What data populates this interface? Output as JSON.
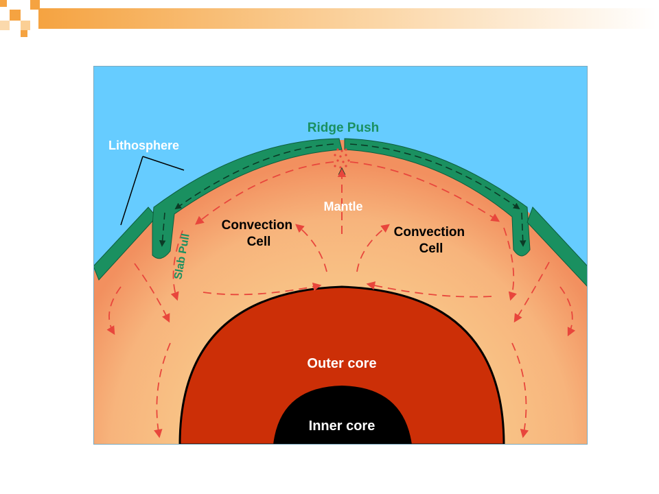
{
  "diagram": {
    "labels": {
      "ridge_push": "Ridge Push",
      "lithosphere": "Lithosphere",
      "mantle": "Mantle",
      "slab_pull": "Slab Pull",
      "convection_cell_left": "Convection\nCell",
      "convection_cell_right": "Convection\nCell",
      "outer_core": "Outer core",
      "inner_core": "Inner core"
    },
    "colors": {
      "sky": "#66ccff",
      "lithosphere": "#1a9060",
      "mantle_outer": "#f49a6c",
      "mantle_inner": "#f9c98a",
      "outer_core": "#cc2f07",
      "inner_core": "#000000",
      "arrows": "#e8463c",
      "accent_orange": "#f5a341"
    }
  }
}
